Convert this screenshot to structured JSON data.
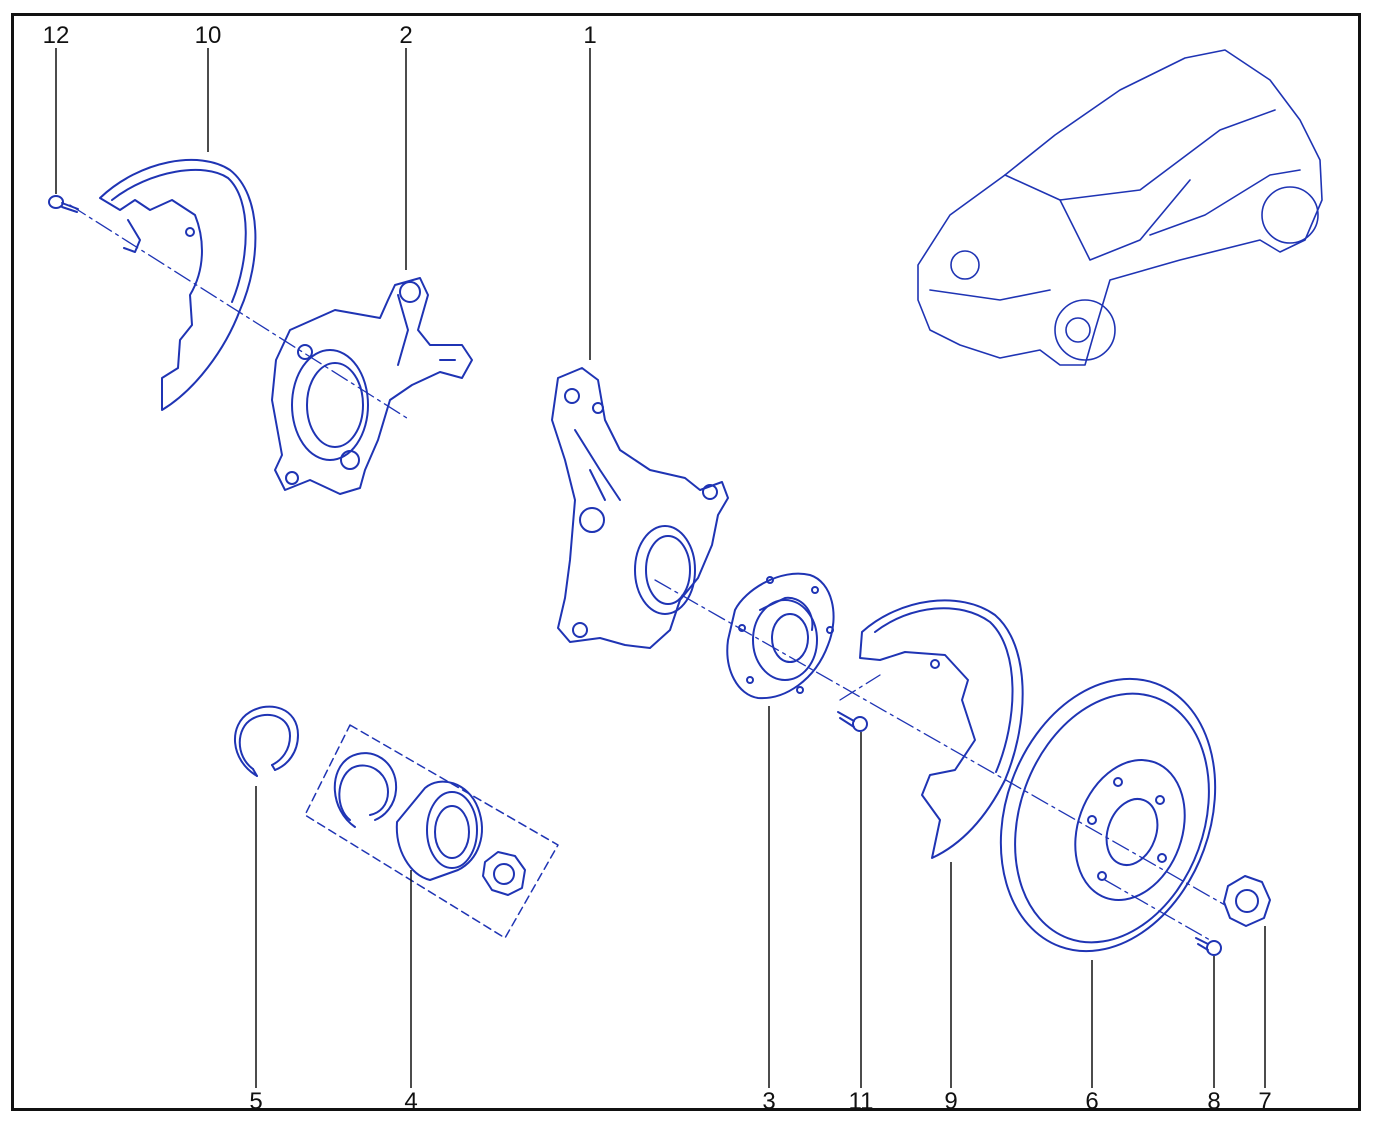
{
  "colors": {
    "line": "#1f34b4",
    "leader": "#111111",
    "background": "#ffffff"
  },
  "callouts": {
    "c12": "12",
    "c10": "10",
    "c2": "2",
    "c1": "1",
    "c5": "5",
    "c4": "4",
    "c3": "3",
    "c11": "11",
    "c9": "9",
    "c6": "6",
    "c8": "8",
    "c7": "7"
  },
  "parts": [
    "screw-12",
    "dust-shield-10",
    "steering-knuckle-2",
    "steering-knuckle-1",
    "circlip-5",
    "bearing-kit-4",
    "wheel-hub-3",
    "screw-11",
    "dust-shield-9",
    "brake-disc-6",
    "screw-8",
    "hub-nut-7",
    "vehicle-view"
  ]
}
